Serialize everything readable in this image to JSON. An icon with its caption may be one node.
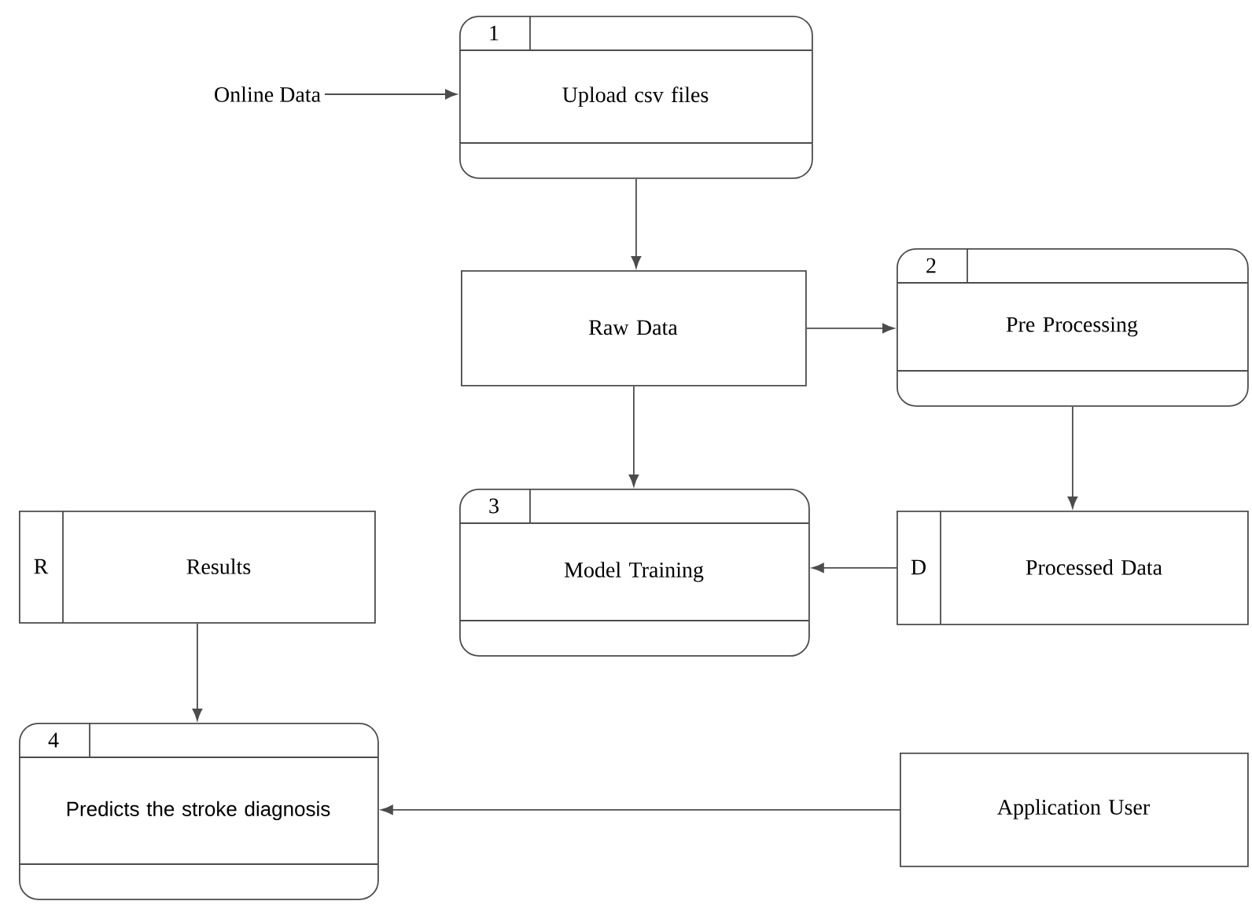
{
  "diagram": {
    "nodes": [
      {
        "text": [
          "Online Data"
        ]
      },
      {
        "text": [
          "1",
          "Upload csv files"
        ]
      },
      {
        "text": [
          "Raw Data"
        ]
      },
      {
        "text": [
          "2",
          "Pre Processing"
        ]
      },
      {
        "text": [
          "3",
          "Model Training"
        ]
      },
      {
        "text": [
          "D",
          "Processed Data"
        ]
      },
      {
        "text": [
          "R",
          "Results"
        ]
      },
      {
        "text": [
          "4",
          "Predicts the stroke diagnosis"
        ]
      },
      {
        "text": [
          "Application User"
        ]
      }
    ],
    "edges": [
      {
        "from": 0,
        "to": 1,
        "arrow": "to"
      },
      {
        "from": 1,
        "to": 2,
        "arrow": "to"
      },
      {
        "from": 2,
        "to": 3,
        "arrow": "to"
      },
      {
        "from": 2,
        "to": 4,
        "arrow": "to"
      },
      {
        "from": 3,
        "to": 5,
        "arrow": "to"
      },
      {
        "from": 5,
        "to": 4,
        "arrow": "to"
      },
      {
        "from": 6,
        "to": 7,
        "arrow": "to"
      },
      {
        "from": 8,
        "to": 7,
        "arrow": "to"
      }
    ]
  }
}
